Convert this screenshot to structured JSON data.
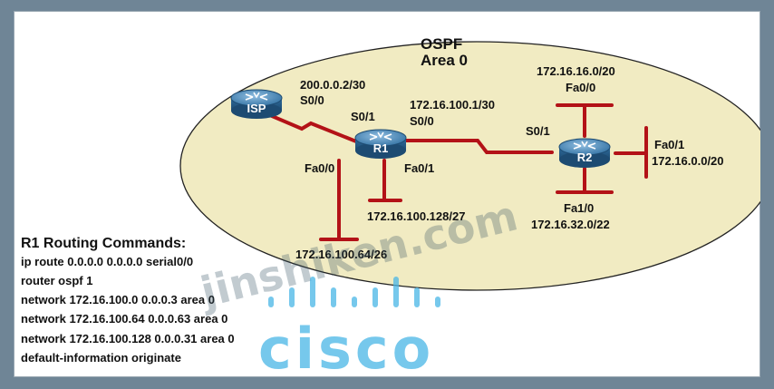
{
  "diagram": {
    "ospf_label": "OSPF",
    "area_label": "Area 0",
    "routers": {
      "isp": "ISP",
      "r1": "R1",
      "r2": "R2"
    },
    "isp_link": {
      "address": "200.0.0.2/30",
      "interface": "S0/0"
    },
    "r1_r2_link": {
      "r1_interface": "S0/1",
      "r1_address": "172.16.100.1/30",
      "r1_s00": "S0/0",
      "r2_interface": "S0/1"
    },
    "r1_lans": {
      "fa00_label": "Fa0/0",
      "fa00_network": "172.16.100.64/26",
      "fa01_label": "Fa0/1",
      "fa01_network": "172.16.100.128/27"
    },
    "r2_lans": {
      "fa00_network": "172.16.16.0/20",
      "fa00_label": "Fa0/0",
      "fa01_label": "Fa0/1",
      "fa01_network": "172.16.0.0/20",
      "fa10_label": "Fa1/0",
      "fa10_network": "172.16.32.0/22"
    }
  },
  "commands": {
    "title": "R1 Routing Commands:",
    "lines": [
      "ip route 0.0.0.0 0.0.0.0 serial0/0",
      "router ospf 1",
      "network 172.16.100.0 0.0.0.3 area 0",
      "network 172.16.100.64 0.0.0.63 area 0",
      "network 172.16.100.128 0.0.0.31 area 0",
      "default-information originate"
    ]
  },
  "watermark": {
    "site": "jinshiken.com",
    "logo_word": "cisco"
  },
  "colors": {
    "area_fill": "#f1ebc2",
    "link": "#b31217",
    "router_body": "#3a78a8",
    "frame": "#6f8596"
  }
}
